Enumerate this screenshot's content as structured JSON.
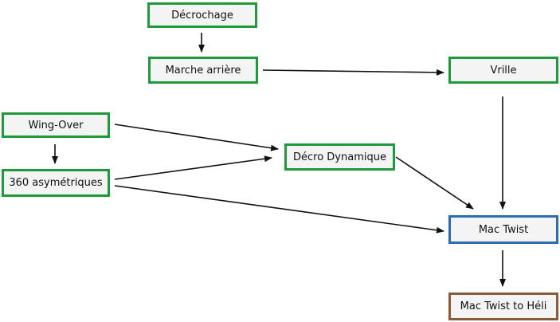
{
  "colors": {
    "green": "#1e9a3c",
    "blue": "#2a6db0",
    "brown": "#8a5a3a",
    "arrow": "#111111",
    "fill": "#f4f4f4"
  },
  "nodes": [
    {
      "id": "decrochage",
      "label": "Décrochage",
      "border": "green"
    },
    {
      "id": "marche-arriere",
      "label": "Marche arrière",
      "border": "green"
    },
    {
      "id": "vrille",
      "label": "Vrille",
      "border": "green"
    },
    {
      "id": "wing-over",
      "label": "Wing-Over",
      "border": "green"
    },
    {
      "id": "360-asymetriques",
      "label": "360 asymétriques",
      "border": "green"
    },
    {
      "id": "decro-dynamique",
      "label": "Décro Dynamique",
      "border": "green"
    },
    {
      "id": "mac-twist",
      "label": "Mac Twist",
      "border": "blue"
    },
    {
      "id": "mac-twist-heli",
      "label": "Mac Twist to Héli",
      "border": "brown"
    }
  ],
  "edges": [
    {
      "from": "decrochage",
      "to": "marche-arriere"
    },
    {
      "from": "marche-arriere",
      "to": "vrille"
    },
    {
      "from": "vrille",
      "to": "mac-twist"
    },
    {
      "from": "wing-over",
      "to": "360-asymetriques"
    },
    {
      "from": "wing-over",
      "to": "decro-dynamique"
    },
    {
      "from": "360-asymetriques",
      "to": "decro-dynamique"
    },
    {
      "from": "360-asymetriques",
      "to": "mac-twist"
    },
    {
      "from": "decro-dynamique",
      "to": "mac-twist"
    },
    {
      "from": "mac-twist",
      "to": "mac-twist-heli"
    }
  ]
}
